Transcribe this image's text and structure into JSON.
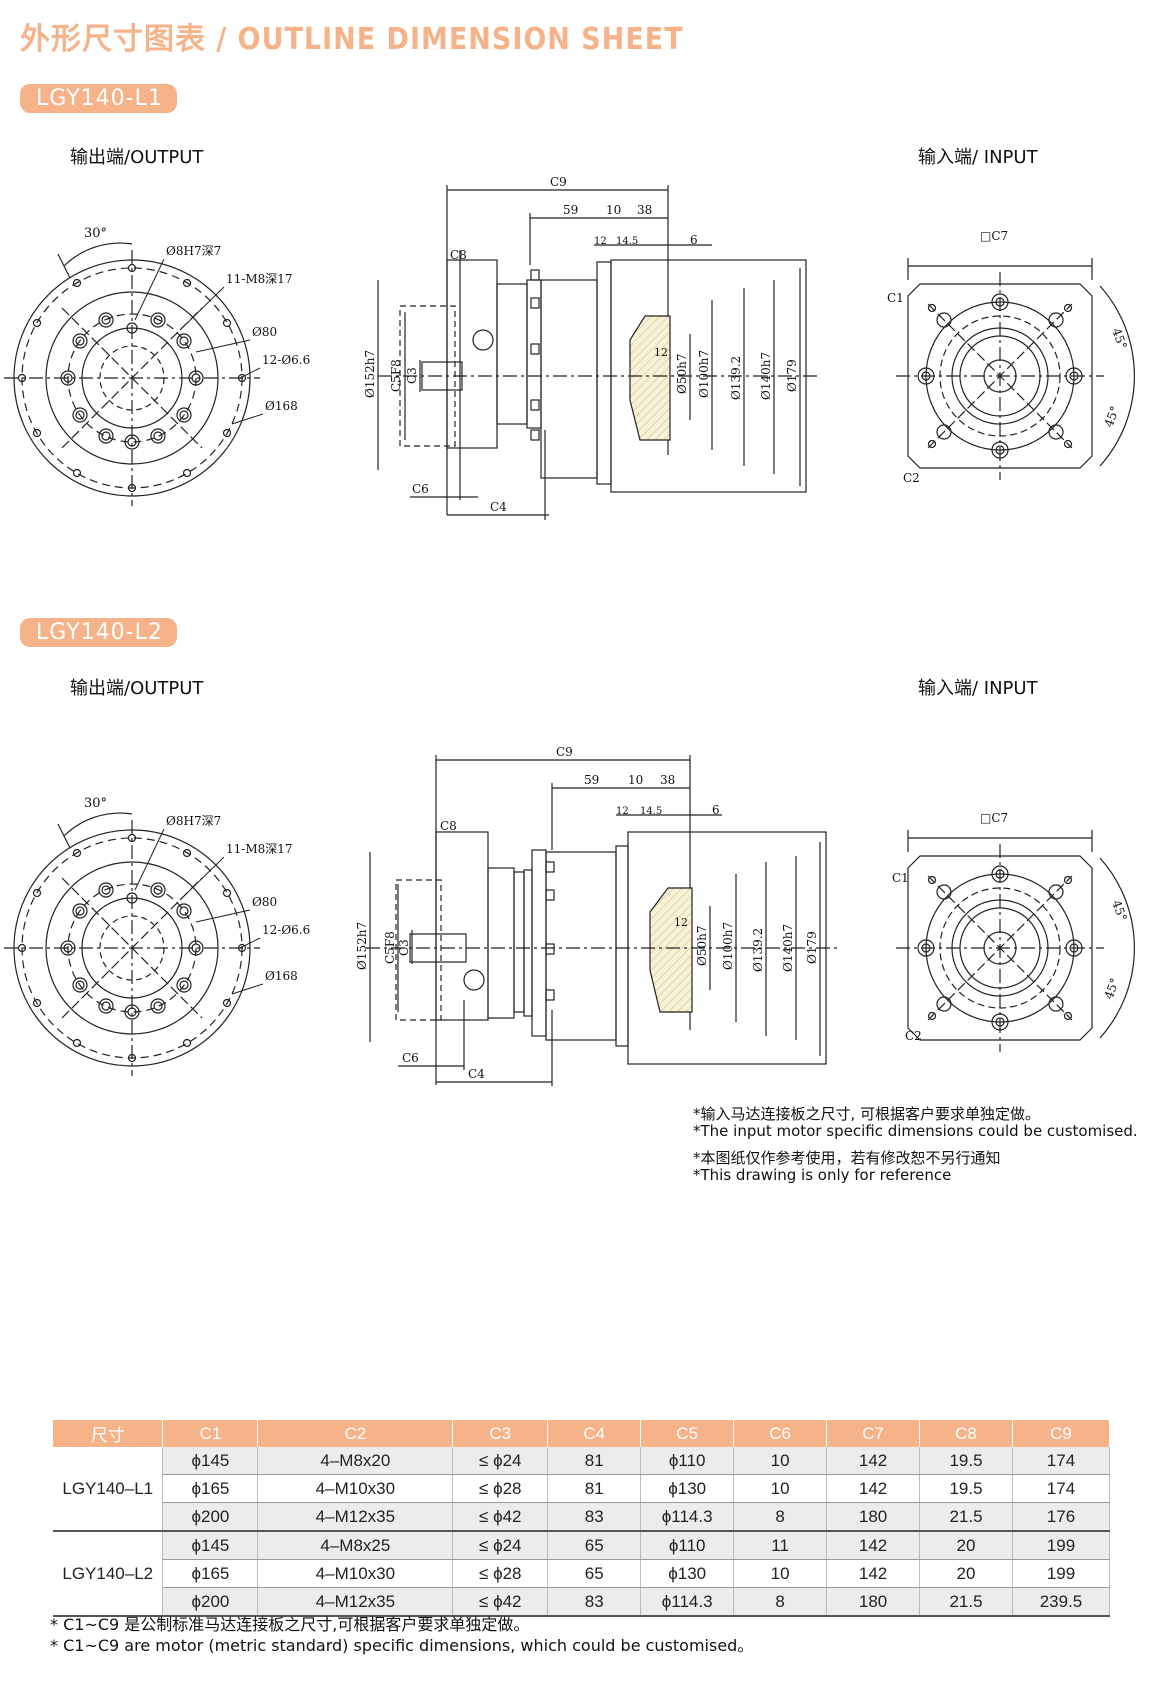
{
  "header": {
    "title": "外形尺寸图表 / OUTLINE DIMENSION SHEET"
  },
  "sections": [
    {
      "model": "LGY140-L1",
      "output_label": "输出端/OUTPUT",
      "input_label": "输入端/ INPUT"
    },
    {
      "model": "LGY140-L2",
      "output_label": "输出端/OUTPUT",
      "input_label": "输入端/ INPUT"
    }
  ],
  "drawing_labels": {
    "output_face": {
      "angle": "30°",
      "pin_hole": "Ø8H7深7",
      "tapped": "11-M8深17",
      "d80": "Ø80",
      "holes": "12-Ø6.6",
      "d168": "Ø168"
    },
    "side_l1": {
      "c9": "C9",
      "d59": "59",
      "d10": "10",
      "d38": "38",
      "d12": "12",
      "d14_5": "14.5",
      "d6": "6",
      "c8": "C8",
      "c6": "C6",
      "c4": "C4",
      "d152": "Ø152h7",
      "c5": "C5F8",
      "c3": "C3",
      "d12b": "12",
      "d50": "Ø50h7",
      "d100": "Ø100h7",
      "d139": "Ø139.2",
      "d140": "Ø140h7",
      "d179": "Ø179"
    },
    "input_face": {
      "c7": "□C7",
      "c1": "C1",
      "c2": "C2",
      "a45": "45°",
      "a45b": "45°"
    }
  },
  "notes": [
    "*输入马达连接板之尺寸, 可根据客户要求单独定做。",
    "*The input motor specific dimensions could be customised.",
    "*本图纸仅作参考使用，若有修改恕不另行通知",
    "*This drawing is only for reference"
  ],
  "table": {
    "headers": [
      "尺寸",
      "C1",
      "C2",
      "C3",
      "C4",
      "C5",
      "C6",
      "C7",
      "C8",
      "C9"
    ],
    "groups": [
      {
        "model": "LGY140–L1",
        "rows": [
          [
            "ϕ145",
            "4–M8x20",
            "≤ ϕ24",
            "81",
            "ϕ110",
            "10",
            "142",
            "19.5",
            "174"
          ],
          [
            "ϕ165",
            "4–M10x30",
            "≤ ϕ28",
            "81",
            "ϕ130",
            "10",
            "142",
            "19.5",
            "174"
          ],
          [
            "ϕ200",
            "4–M12x35",
            "≤ ϕ42",
            "83",
            "ϕ114.3",
            "8",
            "180",
            "21.5",
            "176"
          ]
        ]
      },
      {
        "model": "LGY140–L2",
        "rows": [
          [
            "ϕ145",
            "4–M8x25",
            "≤ ϕ24",
            "65",
            "ϕ110",
            "11",
            "142",
            "20",
            "199"
          ],
          [
            "ϕ165",
            "4–M10x30",
            "≤ ϕ28",
            "65",
            "ϕ130",
            "10",
            "142",
            "20",
            "199"
          ],
          [
            "ϕ200",
            "4–M12x35",
            "≤ ϕ42",
            "83",
            "ϕ114.3",
            "8",
            "180",
            "21.5",
            "239.5"
          ]
        ]
      }
    ]
  },
  "footnotes": [
    "* C1~C9 是公制标准马达连接板之尺寸,可根据客户要求单独定做。",
    "* C1~C9 are motor (metric standard) specific dimensions, which could be customised。"
  ]
}
